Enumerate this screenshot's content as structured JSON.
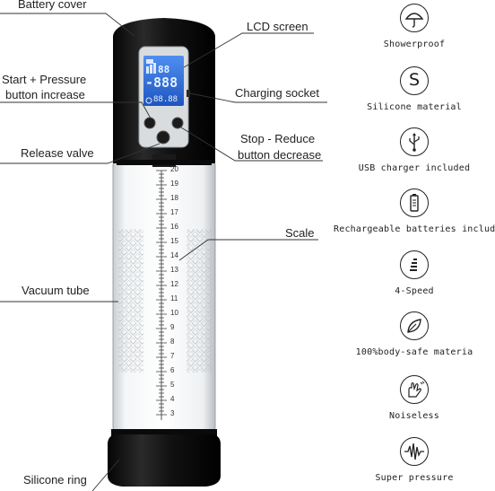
{
  "callouts": {
    "battery_cover": "Battery cover",
    "lcd_screen": "LCD screen",
    "start_pressure_1": "Start + Pressure",
    "start_pressure_2": "button increase",
    "charging_socket": "Charging socket",
    "release_valve": "Release valve",
    "stop_reduce_1": "Stop - Reduce",
    "stop_reduce_2": "button decrease",
    "scale": "Scale",
    "vacuum_tube": "Vacuum tube",
    "silicone_ring": "Silicone ring"
  },
  "lcd": {
    "row1": "88",
    "row2": "-888",
    "row3": "88.88"
  },
  "scale_marks": [
    "20",
    "19",
    "18",
    "17",
    "16",
    "15",
    "14",
    "13",
    "12",
    "11",
    "10",
    "9",
    "8",
    "7",
    "6",
    "5",
    "4",
    "3"
  ],
  "features": [
    {
      "icon": "umbrella-icon",
      "label": "Showerproof"
    },
    {
      "icon": "silicone-s-icon",
      "label": "Silicone material"
    },
    {
      "icon": "usb-icon",
      "label": "USB charger included"
    },
    {
      "icon": "battery-icon",
      "label": "Rechargeable batteries included"
    },
    {
      "icon": "speed-bars-icon",
      "label": "4-Speed"
    },
    {
      "icon": "leaf-icon",
      "label": "100%body-safe materia"
    },
    {
      "icon": "quiet-hand-icon",
      "label": "Noiseless"
    },
    {
      "icon": "pulse-wave-icon",
      "label": "Super pressure"
    }
  ],
  "colors": {
    "body": "#111111",
    "lcd": "#2b6cd6",
    "tube": "#eef1f3",
    "text": "#222222"
  }
}
